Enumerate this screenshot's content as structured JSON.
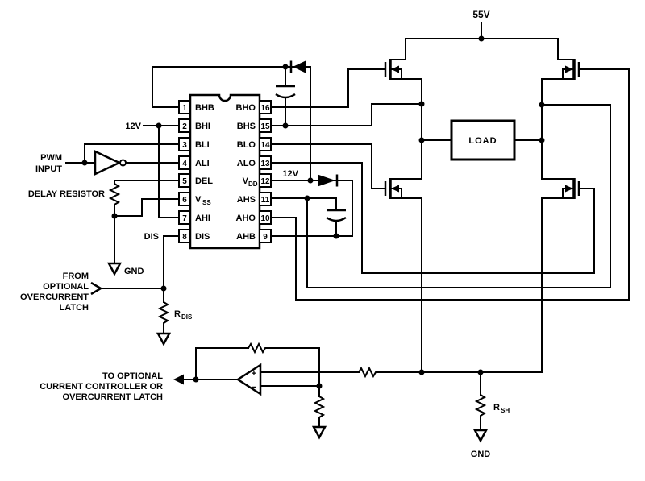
{
  "power": {
    "v55": "55V",
    "v12_top": "12V",
    "v12_mid": "12V"
  },
  "inputs": {
    "pwm_line1": "PWM",
    "pwm_line2": "INPUT",
    "delay_resistor": "DELAY RESISTOR",
    "dis": "DIS"
  },
  "grounds": {
    "top": "GND",
    "bottom": "GND"
  },
  "annotations": {
    "from_latch": [
      "FROM",
      "OPTIONAL",
      "OVERCURRENT",
      "LATCH"
    ],
    "to_controller": [
      "TO OPTIONAL",
      "CURRENT CONTROLLER OR",
      "OVERCURRENT LATCH"
    ]
  },
  "components": {
    "load": "LOAD",
    "r_dis": {
      "main": "R",
      "sub": "DIS"
    },
    "r_sh": {
      "main": "R",
      "sub": "SH"
    },
    "opamp": {
      "plus": "+",
      "minus": "−"
    }
  },
  "ic": {
    "left_pins": [
      {
        "num": "1",
        "name": "BHB"
      },
      {
        "num": "2",
        "name": "BHI"
      },
      {
        "num": "3",
        "name": "BLI"
      },
      {
        "num": "4",
        "name": "ALI"
      },
      {
        "num": "5",
        "name": "DEL"
      },
      {
        "num": "6",
        "name": "V",
        "sub": "SS"
      },
      {
        "num": "7",
        "name": "AHI"
      },
      {
        "num": "8",
        "name": "DIS"
      }
    ],
    "right_pins": [
      {
        "num": "16",
        "name": "BHO"
      },
      {
        "num": "15",
        "name": "BHS"
      },
      {
        "num": "14",
        "name": "BLO"
      },
      {
        "num": "13",
        "name": "ALO"
      },
      {
        "num": "12",
        "name": "V",
        "sub": "DD"
      },
      {
        "num": "11",
        "name": "AHS"
      },
      {
        "num": "10",
        "name": "AHO"
      },
      {
        "num": "9",
        "name": "AHB"
      }
    ]
  }
}
